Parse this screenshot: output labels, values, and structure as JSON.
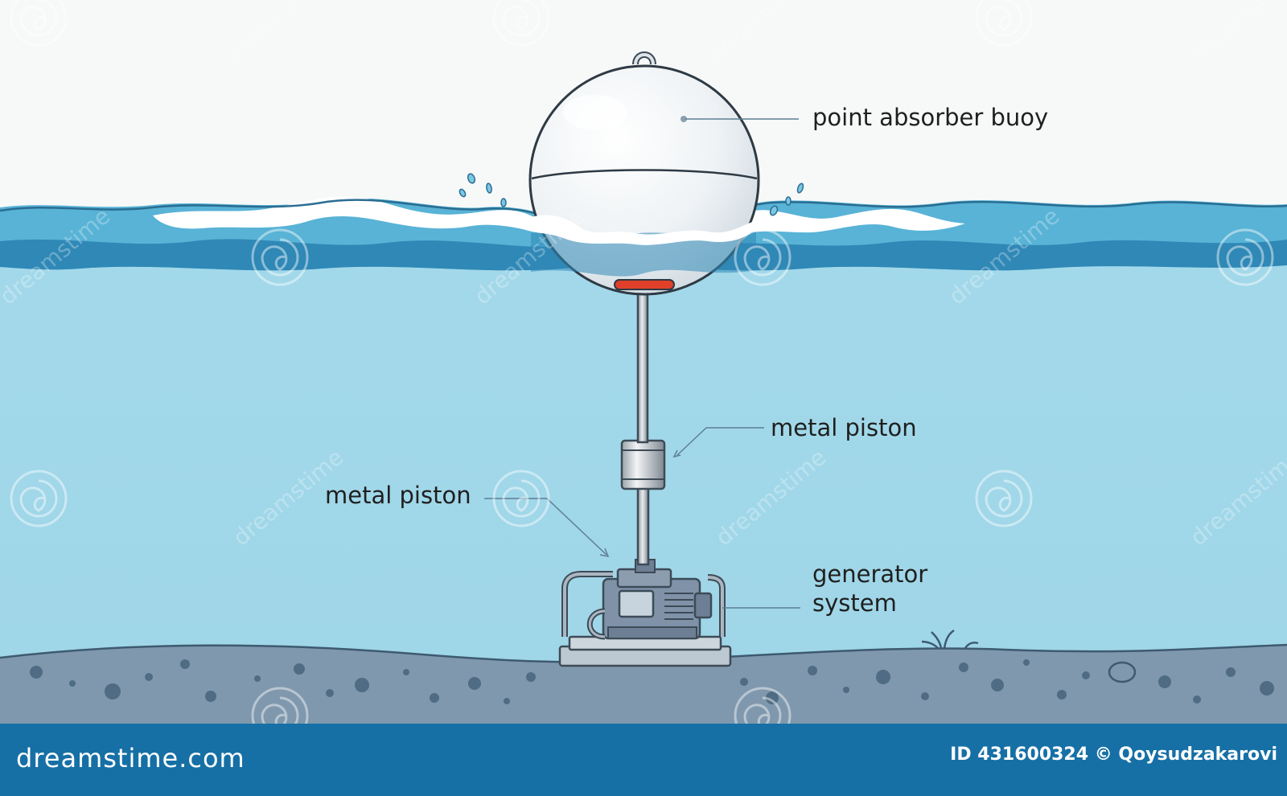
{
  "labels": {
    "buoy": "point absorber buoy",
    "piston_upper": "metal piston",
    "piston_lower": "metal piston",
    "generator_line1": "generator",
    "generator_line2": "system"
  },
  "footer": {
    "logo": "dreamstime.com",
    "id_text": "ID 431600324 © Qoysudzakarovi"
  },
  "watermark": {
    "text": "dreamstime"
  },
  "icons": {
    "watermark_mark": "spiral-icon"
  },
  "colors": {
    "sky": "#f7f8f8",
    "water": "#a6dceb",
    "wave_dark": "#2f88b6",
    "seabed": "#7f98ad",
    "footer": "#1670a6",
    "buoy": "#eef3f6",
    "buoy_base": "#e0402a"
  }
}
